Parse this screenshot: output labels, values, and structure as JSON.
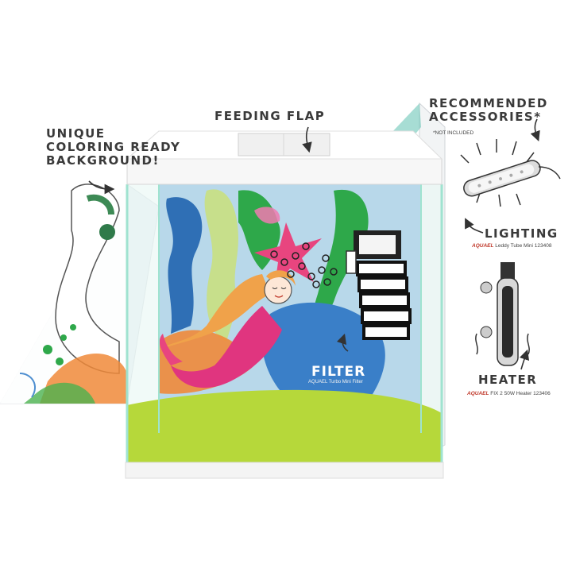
{
  "callouts": {
    "background_line1": "UNIQUE",
    "background_line2": "COLORING READY",
    "background_line3": "BACKGROUND!",
    "feeding_flap": "FEEDING FLAP",
    "accessories_line1": "RECOMMENDED",
    "accessories_line2": "ACCESSORIES*",
    "not_included": "*NOT INCLUDED",
    "lighting": "LIGHTING",
    "lighting_brand": "AQUAEL",
    "lighting_model": "Leddy Tube Mini 123408",
    "heater": "HEATER",
    "heater_brand": "AQUAEL",
    "heater_model": "FIX 2 50W Heater 123406",
    "filter": "FILTER",
    "filter_brand": "AQUAEL",
    "filter_model": "Turbo Mini Filter"
  },
  "colors": {
    "tank_frame": "#f4f4f4",
    "glass_edge": "#9fe3d0",
    "background_blue": "#b8d8ea",
    "sand_green": "#b6d83a",
    "mermaid_hair": "#f0a24a",
    "mermaid_tail": "#e0357f",
    "plant_green": "#2ea84a",
    "filter_pool": "#3a7fc8",
    "starfish_pink": "#e8457f",
    "orange_wave": "#f08a3a"
  },
  "icons": [
    "arrow-icon",
    "led-tube-icon",
    "heater-icon",
    "filter-icon"
  ]
}
